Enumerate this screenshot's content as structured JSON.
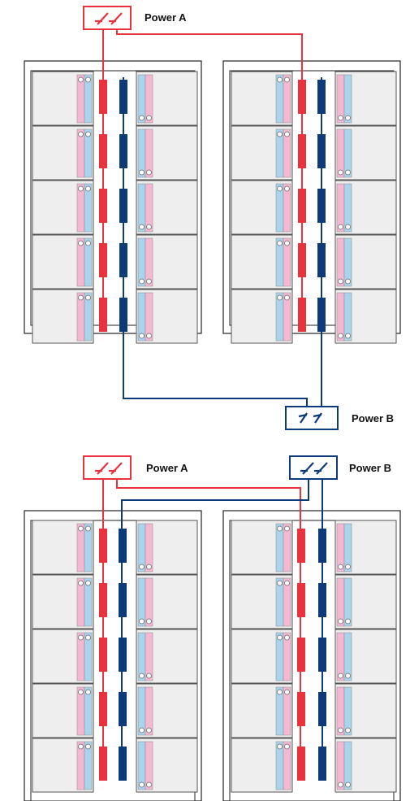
{
  "colors": {
    "power_a": "#e8333c",
    "power_b": "#0d3a78",
    "psu_pink": "#f4b8d2",
    "psu_blue": "#a9d4ec",
    "server_fill": "#eeeeee",
    "frame": "#222222"
  },
  "diagrams": [
    {
      "id": "top",
      "description_order": 1,
      "sources": [
        {
          "label": "Power A",
          "feed": "a"
        },
        {
          "label": "Power B",
          "feed": "b"
        }
      ],
      "racks": [
        {
          "server_count": 5
        },
        {
          "server_count": 5
        }
      ]
    },
    {
      "id": "bottom",
      "description_order": 2,
      "sources": [
        {
          "label": "Power A",
          "feed": "a"
        },
        {
          "label": "Power B",
          "feed": "b"
        }
      ],
      "racks": [
        {
          "server_count": 5
        },
        {
          "server_count": 5
        }
      ]
    }
  ],
  "icons": {
    "power_plug": "plug-icon"
  }
}
